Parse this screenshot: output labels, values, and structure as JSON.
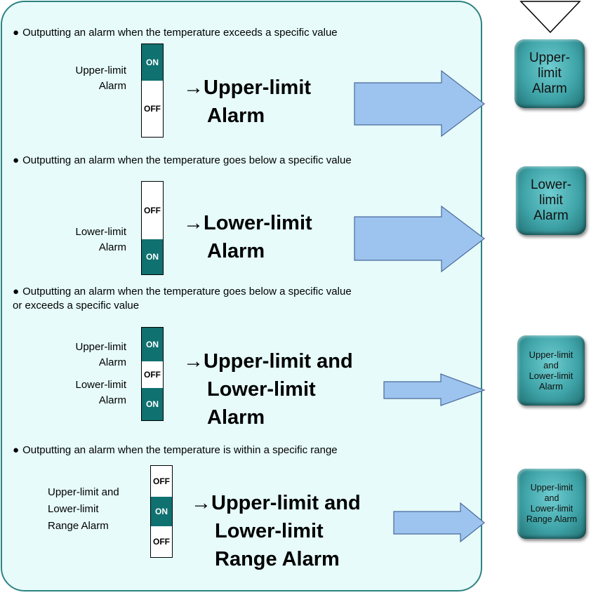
{
  "sections": [
    {
      "heading": "Outputting an alarm when the temperature exceeds a specific value",
      "labels": [
        "Upper-limit",
        "Alarm"
      ],
      "bar": [
        "ON",
        "OFF"
      ],
      "result": [
        "→Upper-limit",
        "Alarm"
      ],
      "button": [
        "Upper-",
        "limit",
        "Alarm"
      ]
    },
    {
      "heading": "Outputting an alarm when the temperature goes below a specific value",
      "labels": [
        "Lower-limit",
        "Alarm"
      ],
      "bar": [
        "OFF",
        "ON"
      ],
      "result": [
        "→Lower-limit",
        "Alarm"
      ],
      "button": [
        "Lower-",
        "limit",
        "Alarm"
      ]
    },
    {
      "heading": "Outputting an alarm when the temperature goes below a specific value",
      "heading2": "or exceeds a specific value",
      "labels": [
        "Upper-limit",
        "Alarm",
        "Lower-limit",
        "Alarm"
      ],
      "bar": [
        "ON",
        "OFF",
        "ON"
      ],
      "result": [
        "→Upper-limit and",
        "Lower-limit",
        "Alarm"
      ],
      "button": [
        "Upper-limit",
        "and",
        "Lower-limit",
        "Alarm"
      ]
    },
    {
      "heading": "Outputting an alarm when the temperature is within a specific range",
      "labels": [
        "Upper-limit  and",
        "Lower-limit",
        "Range Alarm"
      ],
      "bar": [
        "OFF",
        "ON",
        "OFF"
      ],
      "result": [
        "→Upper-limit and",
        "Lower-limit",
        "Range Alarm"
      ],
      "button": [
        "Upper-limit",
        "and",
        "Lower-limit",
        "Range Alarm"
      ]
    }
  ],
  "bullet": "●",
  "colors": {
    "panel_bg": "#e6fbfa",
    "panel_border": "#2e8383",
    "on_segment": "#0f7170",
    "arrow_fill": "#9dc3ef",
    "button": "#3fa4a8"
  }
}
